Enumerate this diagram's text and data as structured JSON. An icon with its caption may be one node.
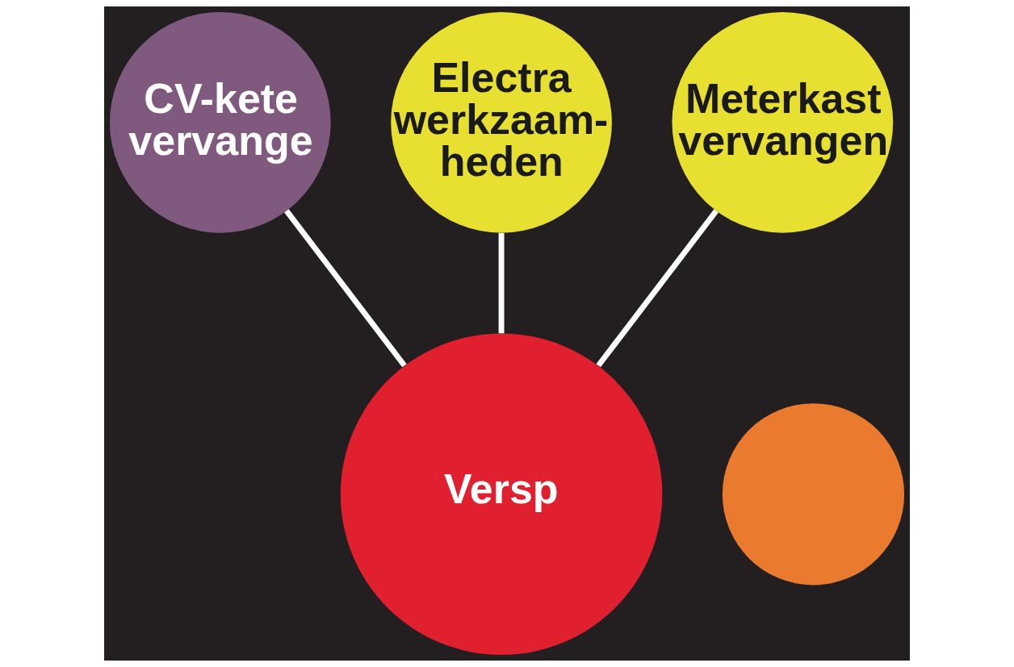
{
  "diagram": {
    "nodes": [
      {
        "text": [
          "CV-kete vervange"
        ]
      },
      {
        "text": [
          "Electra werkzaam- heden"
        ]
      },
      {
        "text": [
          "Meterkast vervangen"
        ]
      },
      {
        "text": [
          "Versp"
        ]
      },
      {
        "text": [],
        "shape": "circle"
      }
    ],
    "edges": [
      {
        "from": 0,
        "to": 3,
        "arrow": "none"
      },
      {
        "from": 1,
        "to": 3,
        "arrow": "none"
      },
      {
        "from": 2,
        "to": 3,
        "arrow": "none"
      }
    ]
  }
}
